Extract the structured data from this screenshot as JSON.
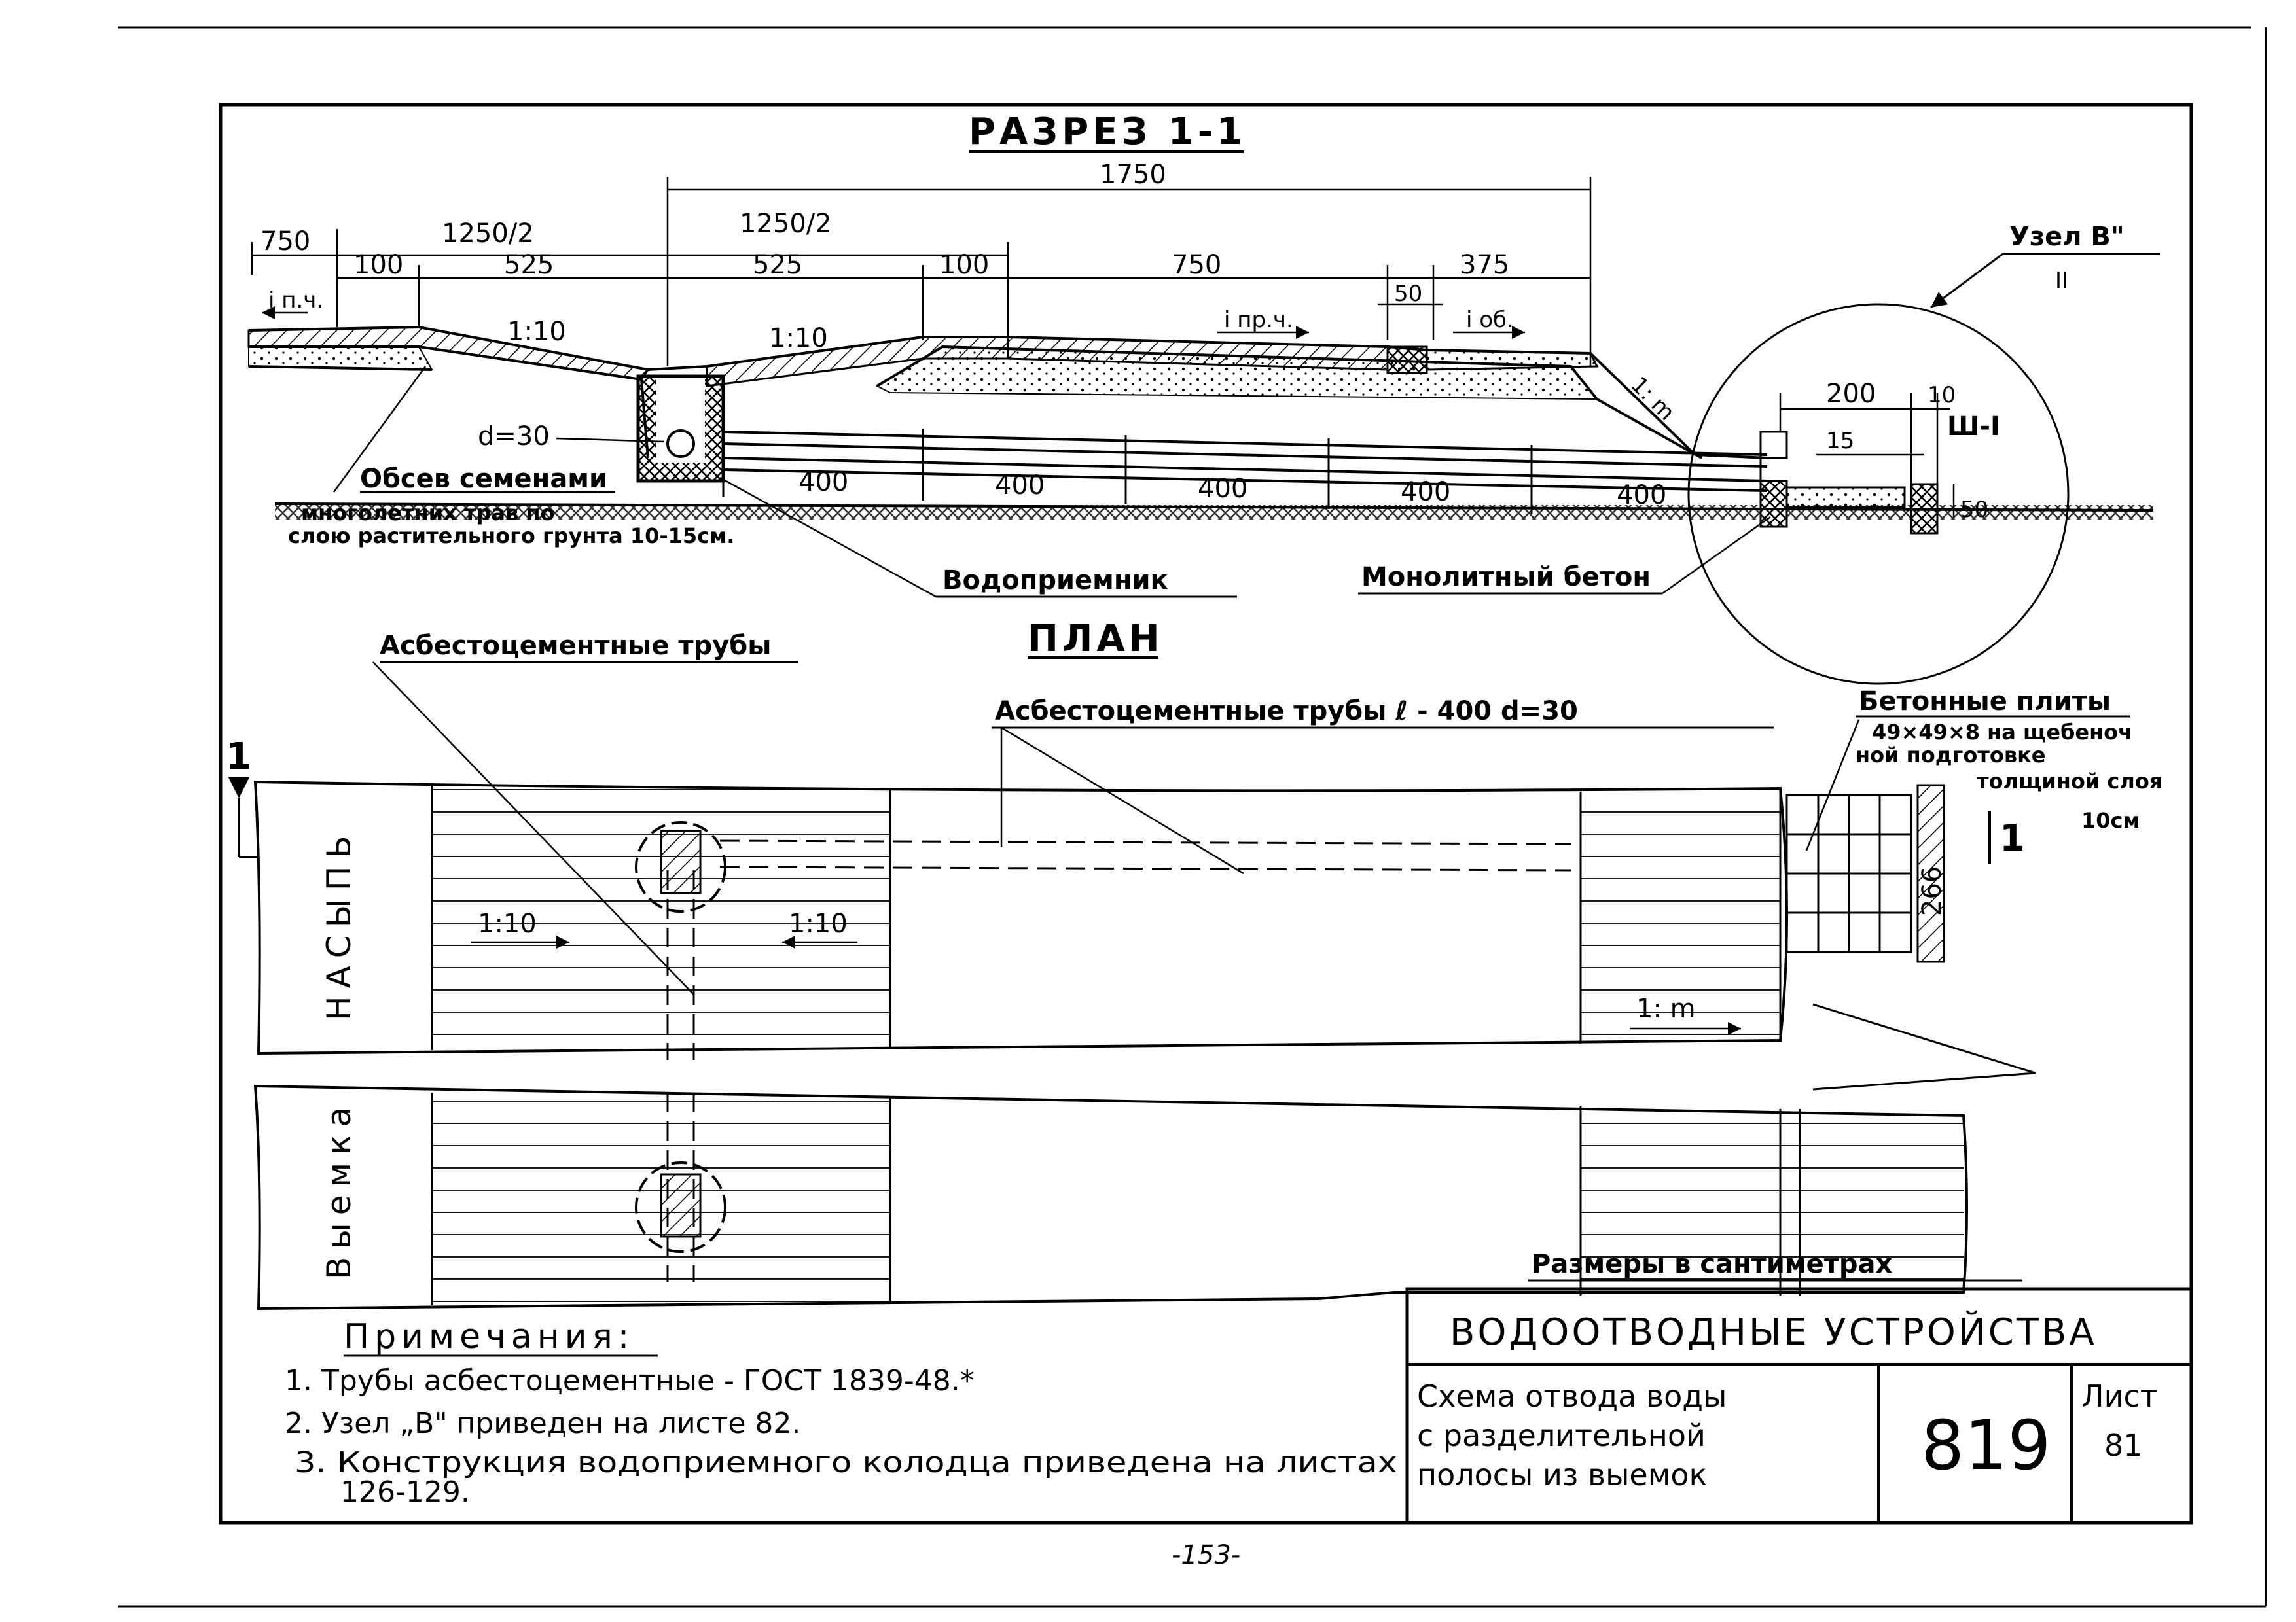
{
  "section": {
    "title": "РАЗРЕЗ 1-1",
    "dims": {
      "d1750": "1750",
      "d750_left": "750",
      "d1250_2_a": "1250/2",
      "d1250_2_b": "1250/2",
      "d100_a": "100",
      "d525_a": "525",
      "d525_b": "525",
      "d100_b": "100",
      "d750_mid": "750",
      "d50": "50",
      "d375": "375",
      "d200": "200",
      "d10": "10",
      "d15": "15",
      "d50_v": "50"
    },
    "slopes": {
      "ipch": "i п.ч.",
      "s1_10_a": "1:10",
      "s1_10_b": "1:10",
      "iprch": "i пр.ч.",
      "iob": "i об.",
      "s1m": "1: m"
    },
    "pipe_d": "d=30",
    "pipe_lengths": [
      "400",
      "400",
      "400",
      "400",
      "400"
    ],
    "sh_label": "Ш-I",
    "node_label": "Узел В\"",
    "node_sub": "II",
    "label_grass": [
      "Обсев семенами",
      "многолетних трав по",
      "слою растительного грунта 10-15см."
    ],
    "label_intake": "Водоприемник",
    "label_concrete": "Монолитный бетон"
  },
  "plan": {
    "title": "ПЛАН",
    "label_pipes": "Асбестоцементные трубы",
    "label_pipes_spec": "Асбестоцементные трубы  ℓ - 400  d=30",
    "label_slabs": [
      "Бетонные плиты",
      "49×49×8 на щебеноч",
      "ной подготовке",
      "толщиной слоя",
      "10см"
    ],
    "dim_266": "266",
    "mark_1_left": "1",
    "mark_1_right": "1",
    "slope_a": "1:10",
    "slope_b": "1:10",
    "slope_m": "1: m",
    "embankment": "НАСЫПЬ",
    "cut": "Выемка"
  },
  "units_note": "Размеры в сантиметрах",
  "notes": {
    "heading": "Примечания:",
    "items": [
      "1. Трубы асбестоцементные - ГОСТ 1839-48.*",
      "2. Узел „В\" приведен на листе 82.",
      "3. Конструкция водоприемного колодца приведена на листах",
      "126-129."
    ]
  },
  "title_block": {
    "title": "ВОДООТВОДНЫЕ УСТРОЙСТВА",
    "desc": [
      "Схема отвода воды",
      "с разделительной",
      "полосы из выемок"
    ],
    "number": "819",
    "sheet_label": "Лист",
    "sheet_no": "81"
  },
  "page_number": "-153-"
}
